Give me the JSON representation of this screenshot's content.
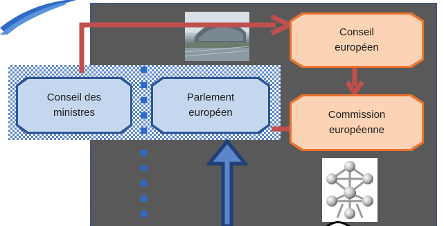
{
  "diagram": {
    "nodes": {
      "conseil_ministres": {
        "lines": [
          "Conseil des",
          "ministres"
        ]
      },
      "parlement": {
        "lines": [
          "Parlement",
          "européen"
        ]
      },
      "conseil_europeen": {
        "lines": [
          "Conseil",
          "européen"
        ]
      },
      "commission": {
        "lines": [
          "Commission",
          "européenne"
        ]
      }
    },
    "images": {
      "building_photo": "european-parliament-building-photo",
      "atomium": "atomium-icon"
    },
    "colors": {
      "panel_bg": "#595959",
      "blue_box": "#c5d7ef",
      "blue_border": "#2e5597",
      "orange_box": "#fcd3b4",
      "orange_border": "#e9722e",
      "arrow_red": "#c0504d",
      "arrow_blue": "#2e5597"
    }
  }
}
